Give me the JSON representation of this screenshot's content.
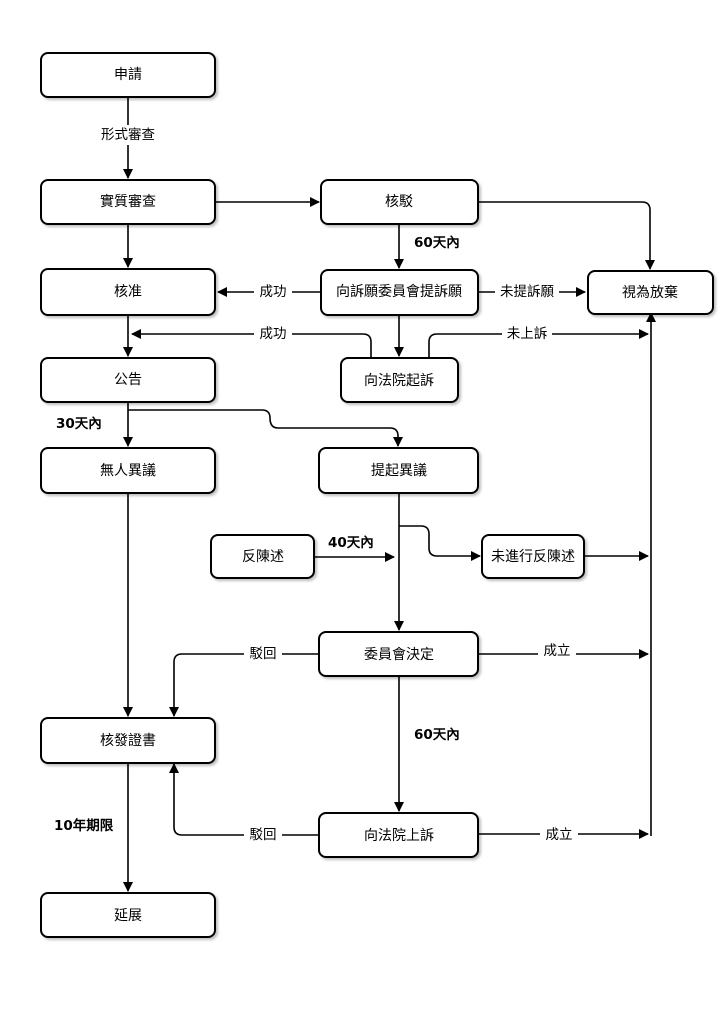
{
  "diagram": {
    "nodes": {
      "apply": "申請",
      "substantive_exam": "實質審查",
      "rejection": "核駁",
      "approve": "核准",
      "petition": "向訴願委員會提訴願",
      "deemed_abandoned": "視為放棄",
      "administrative_suit": "向法院起訴",
      "publication": "公告",
      "no_opposition": "無人異議",
      "file_opposition": "提起異議",
      "counter_statement": "反陳述",
      "no_counter_statement": "未進行反陳述",
      "committee_decision": "委員會決定",
      "issue_certificate": "核發證書",
      "appeal_court": "向法院上訴",
      "renewal": "延展"
    },
    "edge_labels": {
      "formal_exam": "形式審查",
      "within_60_days_a": "60天內",
      "success_a": "成功",
      "no_petition": "未提訴願",
      "success_b": "成功",
      "no_appeal": "未上訴",
      "within_30_days": "30天內",
      "within_40_days": "40天內",
      "dismissed_a": "駁回",
      "established_a": "成立",
      "within_60_days_b": "60天內",
      "ten_year_limit": "10年期限",
      "dismissed_b": "駁回",
      "established_b": "成立"
    }
  }
}
